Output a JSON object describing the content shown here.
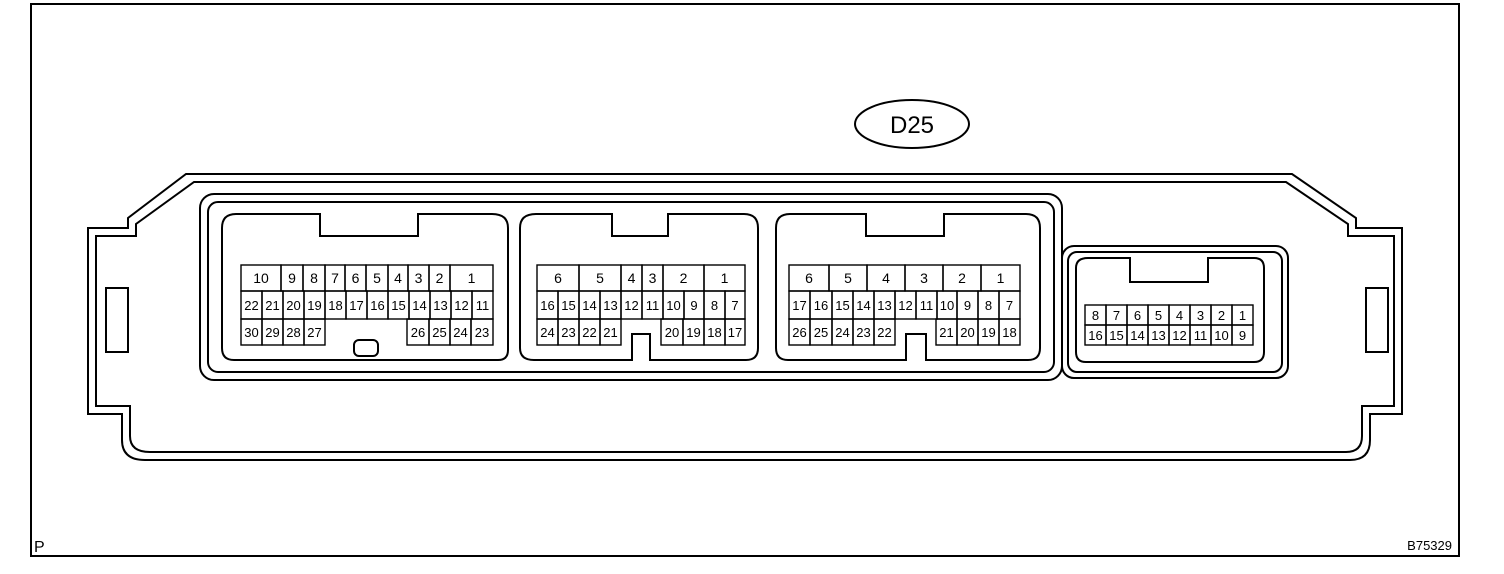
{
  "connector": {
    "id": "D25"
  },
  "corner_letter": "P",
  "figure_code": "B75329",
  "groups": [
    {
      "rows": [
        [
          "10",
          "9",
          "8",
          "7",
          "6",
          "5",
          "4",
          "3",
          "2",
          "1"
        ],
        [
          "22",
          "21",
          "20",
          "19",
          "18",
          "17",
          "16",
          "15",
          "14",
          "13",
          "12",
          "11"
        ],
        [
          "30",
          "29",
          "28",
          "27",
          "26",
          "25",
          "24",
          "23"
        ]
      ]
    },
    {
      "rows": [
        [
          "6",
          "5",
          "4",
          "3",
          "2",
          "1"
        ],
        [
          "16",
          "15",
          "14",
          "13",
          "12",
          "11",
          "10",
          "9",
          "8",
          "7"
        ],
        [
          "24",
          "23",
          "22",
          "21",
          "20",
          "19",
          "18",
          "17"
        ]
      ]
    },
    {
      "rows": [
        [
          "6",
          "5",
          "4",
          "3",
          "2",
          "1"
        ],
        [
          "17",
          "16",
          "15",
          "14",
          "13",
          "12",
          "11",
          "10",
          "9",
          "8",
          "7"
        ],
        [
          "26",
          "25",
          "24",
          "23",
          "22",
          "21",
          "20",
          "19",
          "18"
        ]
      ]
    },
    {
      "rows": [
        [
          "8",
          "7",
          "6",
          "5",
          "4",
          "3",
          "2",
          "1"
        ],
        [
          "16",
          "15",
          "14",
          "13",
          "12",
          "11",
          "10",
          "9"
        ]
      ]
    }
  ]
}
